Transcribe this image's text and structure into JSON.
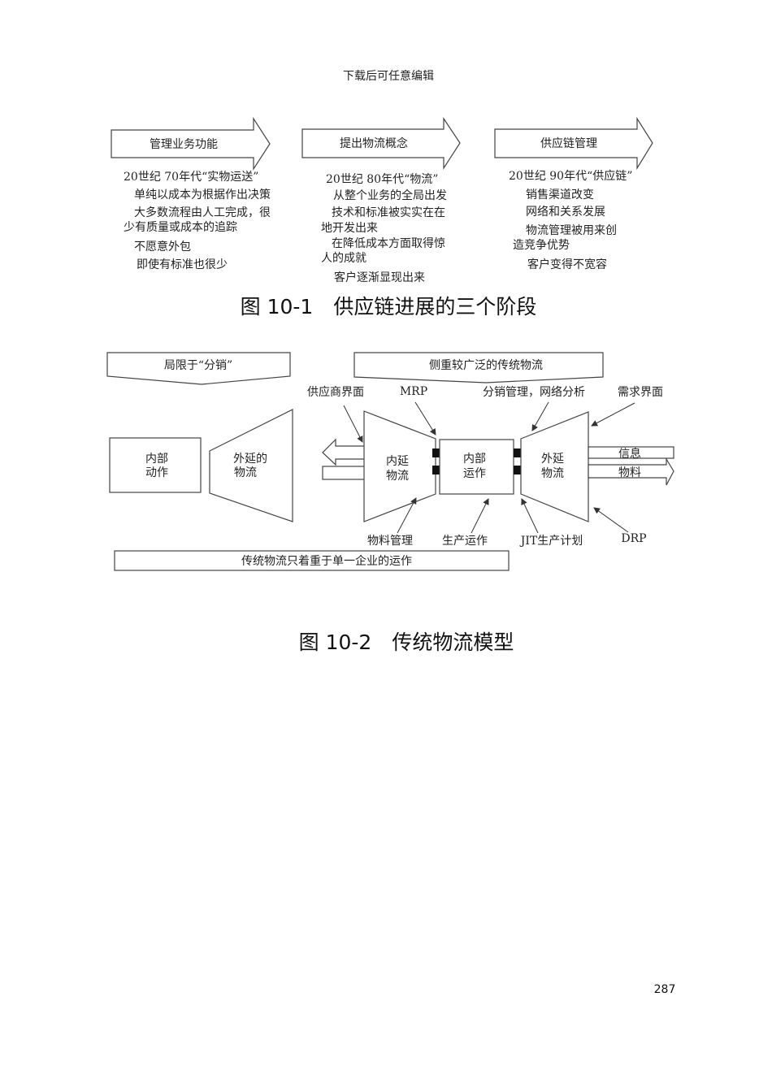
{
  "header": "下载后可任意编辑",
  "figure1": {
    "caption": "图 10-1　供应链进展的三个阶段",
    "stages": [
      {
        "title": "管理业务功能",
        "lines": [
          "20世纪 70年代“实物运送”",
          "单纯以成本为根据作出决策",
          "大多数流程由人工完成，很",
          "少有质量或成本的追踪",
          "不愿意外包",
          "即使有标准也很少"
        ]
      },
      {
        "title": "提出物流概念",
        "lines": [
          "20世纪 80年代“物流”",
          "从整个业务的全局出发",
          "技术和标准被实实在在",
          "地开发出来",
          "在降低成本方面取得惊",
          "人的成就",
          "客户逐渐显现出来"
        ]
      },
      {
        "title": "供应链管理",
        "lines": [
          "20世纪 90年代“供应链”",
          "销售渠道改变",
          "网络和关系发展",
          "物流管理被用来创",
          "造竞争优势",
          "客户变得不宽容"
        ]
      }
    ]
  },
  "figure2": {
    "caption": "图 10-2　传统物流模型",
    "banner_left": "局限于“分销”",
    "banner_right": "侧重较广泛的传统物流",
    "bottom_banner": "传统物流只着重于单一企业的运作",
    "blocks": {
      "internal_action": [
        "内部",
        "动作"
      ],
      "extended_logistics_left": [
        "外延的",
        "物流"
      ],
      "inbound_logistics": [
        "内延",
        "物流"
      ],
      "internal_operation": [
        "内部",
        "运作"
      ],
      "extended_logistics_right": [
        "外延",
        "物流"
      ]
    },
    "top_labels": [
      "供应商界面",
      "MRP",
      "分销管理，网络分析",
      "需求界面"
    ],
    "bottom_labels": [
      "物料管理",
      "生产运作",
      "JIT生产计划",
      "DRP"
    ],
    "flows": {
      "info": "信息",
      "material": "物料"
    }
  },
  "page_number": "287"
}
